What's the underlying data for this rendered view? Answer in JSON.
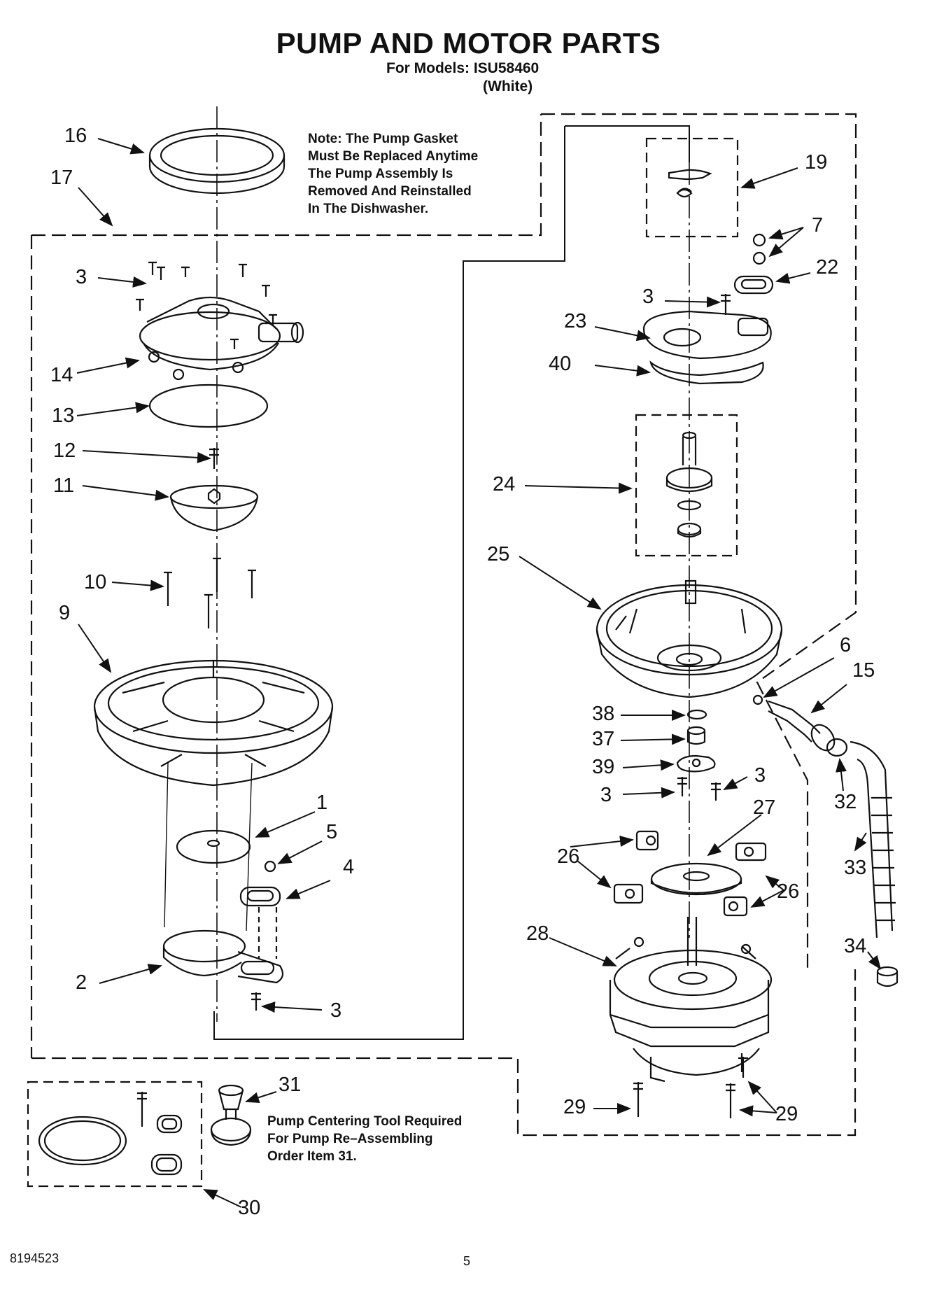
{
  "header": {
    "title": "PUMP AND MOTOR PARTS",
    "models_line": "For Models: ISU58460",
    "color_line": "(White)"
  },
  "notes": {
    "gasket_lines": [
      "Note: The Pump Gasket",
      "Must Be Replaced Anytime",
      "The Pump Assembly Is",
      "Removed And Reinstalled",
      "In The Dishwasher."
    ],
    "tool_lines": [
      "Pump Centering Tool Required",
      "For Pump Re–Assembling",
      "Order Item 31."
    ]
  },
  "callouts": {
    "c16": "16",
    "c17": "17",
    "c3a": "3",
    "c14": "14",
    "c13": "13",
    "c12": "12",
    "c11": "11",
    "c10": "10",
    "c9": "9",
    "c1": "1",
    "c5": "5",
    "c4": "4",
    "c2": "2",
    "c3b": "3",
    "c31": "31",
    "c30": "30",
    "c19": "19",
    "c7": "7",
    "c22": "22",
    "c3c": "3",
    "c23": "23",
    "c40": "40",
    "c24": "24",
    "c25": "25",
    "c6": "6",
    "c15": "15",
    "c38": "38",
    "c37": "37",
    "c39": "39",
    "c3d": "3",
    "c3e": "3",
    "c32": "32",
    "c27": "27",
    "c26a": "26",
    "c26b": "26",
    "c33": "33",
    "c28": "28",
    "c34": "34",
    "c29a": "29",
    "c29b": "29"
  },
  "footer": {
    "doc_number": "8194523",
    "page_number": "5"
  }
}
